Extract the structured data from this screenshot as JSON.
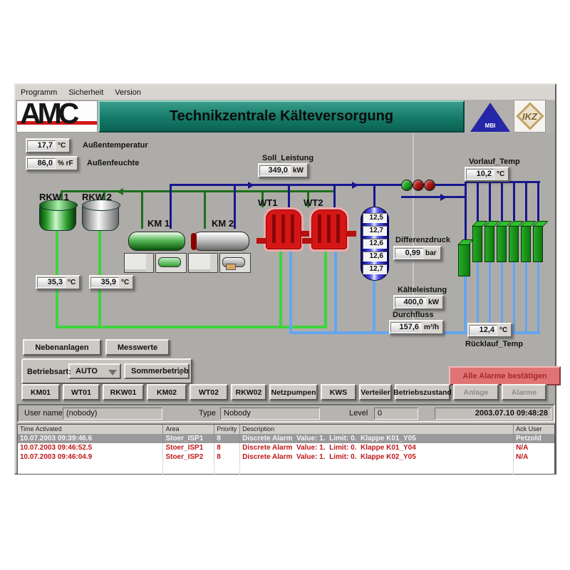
{
  "menu": {
    "items": [
      "Programm",
      "Sicherheit",
      "Version"
    ]
  },
  "header": {
    "title": "Technikzentrale Kälteversorgung",
    "logo_amc": "AMC",
    "logo_mbi": "MBI",
    "logo_ikz": "IKZ"
  },
  "sensors": {
    "aussentemperatur": {
      "value": "17,7",
      "unit": "°C",
      "label": "Außentemperatur"
    },
    "aussenfeuchte": {
      "value": "86,0",
      "unit": "% rF",
      "label": "Außenfeuchte"
    },
    "soll_leistung": {
      "label": "Soll_Leistung",
      "value": "349,0",
      "unit": "kW"
    },
    "vorlauf_temp": {
      "label": "Vorlauf_Temp",
      "value": "10,2",
      "unit": "°C"
    },
    "rkw1_temp": {
      "value": "35,3",
      "unit": "°C"
    },
    "rkw2_temp": {
      "value": "35,9",
      "unit": "°C"
    },
    "differenzdruck": {
      "label": "Differenzdruck",
      "value": "0,99",
      "unit": "bar"
    },
    "kaelteleistung": {
      "label": "Kälteleistung",
      "value": "400,0",
      "unit": "kW"
    },
    "durchfluss": {
      "label": "Durchfluss",
      "value": "157,6",
      "unit": "m³/h"
    },
    "ruecklauf_temp": {
      "label": "Rücklauf_Temp",
      "value": "12,4",
      "unit": "°C"
    },
    "tank_temps": [
      "12,5",
      "12,7",
      "12,6",
      "12,6",
      "12,7"
    ]
  },
  "equipment": {
    "rkw1": "RKW 1",
    "rkw2": "RKW 2",
    "km1": "KM 1",
    "km2": "KM 2",
    "wt1": "WT1",
    "wt2": "WT2"
  },
  "pumps": {
    "states": [
      "running",
      "stopped",
      "stopped"
    ],
    "colors": [
      "#1fa81f",
      "#b01414",
      "#b01414"
    ]
  },
  "controls": {
    "nebenanlagen": "Nebenanlagen",
    "messwerte": "Messwerte",
    "betriebsart_label": "Betriebsart:",
    "betriebsart_value": "AUTO",
    "season_value": "Sommerbetrieb",
    "ack_all": "Alle Alarme bestätigen"
  },
  "nav": {
    "buttons": [
      "KM01",
      "WT01",
      "RKW01",
      "KM02",
      "WT02",
      "RKW02",
      "Netzpumpen",
      "KWS",
      "Verteiler",
      "Betriebszustand",
      "Anlage",
      "Alarme"
    ]
  },
  "userbar": {
    "user_label": "User name",
    "user_value": "(nobody)",
    "type_label": "Type",
    "type_value": "Nobody",
    "level_label": "Level",
    "level_value": "0",
    "datetime": "2003.07.10 09:48:28"
  },
  "alarms": {
    "columns": [
      "Time Activated",
      "Area",
      "Priority",
      "Description",
      "Ack User"
    ],
    "rows": [
      {
        "time": "10.07.2003 09:39:46.6",
        "area": "Stoer_ISP1",
        "priority": "8",
        "description": "Discrete Alarm  Value: 1.  Limit: 0.  Klappe K01_Y05",
        "ack": "Petzold",
        "state": "selected"
      },
      {
        "time": "10.07.2003 09:46:52.5",
        "area": "Stoer_ISP1",
        "priority": "8",
        "description": "Discrete Alarm  Value: 1.  Limit: 0.  Klappe K01_Y04",
        "ack": "N/A",
        "state": "active"
      },
      {
        "time": "10.07.2003 09:46:04.9",
        "area": "Stoer_ISP2",
        "priority": "8",
        "description": "Discrete Alarm  Value: 1.  Limit: 0.  Klappe K02_Y05",
        "ack": "N/A",
        "state": "active"
      }
    ]
  },
  "colors": {
    "title_teal": "#157a68",
    "pipe_supply_navy": "#17178f",
    "pipe_condenser_dark_green": "#1d6f1d",
    "pipe_cooling_bright_green": "#3ed43e",
    "pipe_return_light_blue": "#64a6f0",
    "running_green": "#2f9e2f",
    "stopped_gray": "#a8a8a8",
    "heat_exchanger_red": "#d61616",
    "alarm_text_red": "#c01818",
    "ack_button_bg": "#e07474"
  }
}
